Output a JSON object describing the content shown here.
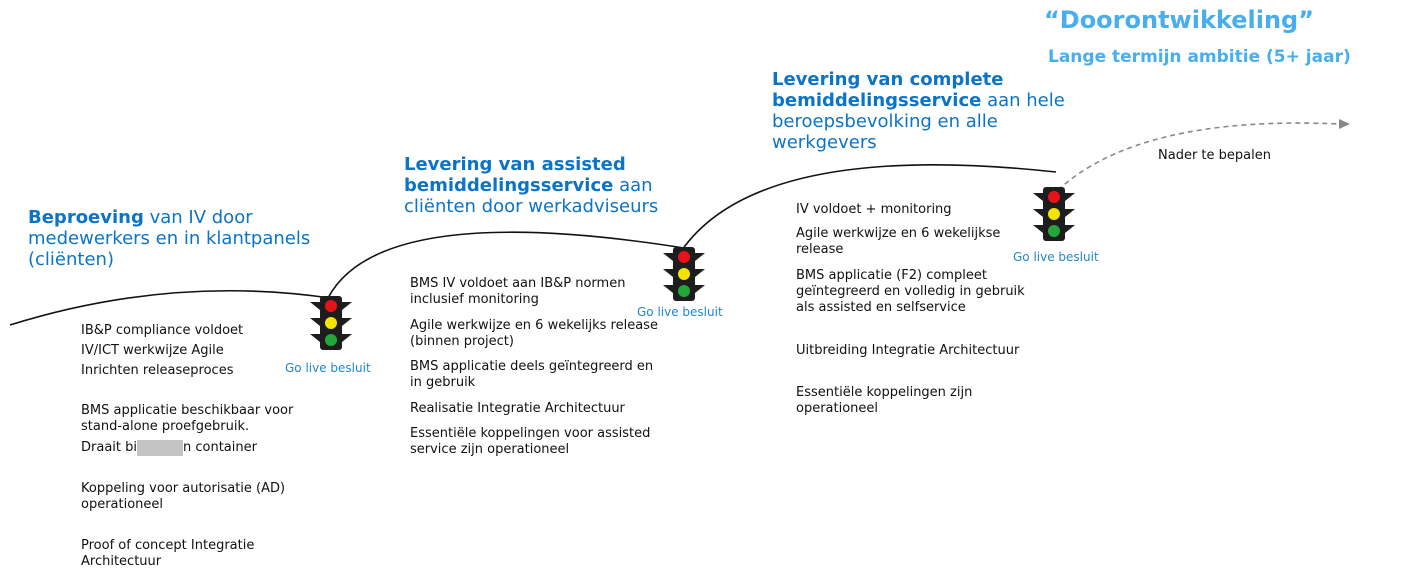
{
  "future": {
    "title": "“Doorontwikkeling”",
    "subtitle": "Lange termijn ambitie (5+ jaar)",
    "note": "Nader te bepalen"
  },
  "phases": [
    {
      "title_bold": "Beproeving",
      "title_rest_1": " van IV door",
      "title_line2": "medewerkers en in klantpanels",
      "title_line3": "(cliënten)",
      "go_live": "Go live besluit",
      "items": [
        "IB&P compliance voldoet",
        "IV/ICT werkwijze Agile",
        "Inrichten releaseproces",
        "BMS applicatie beschikbaar voor stand-alone proefgebruik.",
        "Draait bi",
        "n container",
        "Koppeling voor autorisatie (AD) operationeel",
        "Proof of concept Integratie Architectuur"
      ]
    },
    {
      "title_bold_1": "Levering van assisted",
      "title_bold_2": "bemiddelingsservice",
      "title_rest_2": " aan",
      "title_line3": "cliënten door werkadviseurs",
      "go_live": "Go live besluit",
      "items": [
        "BMS IV voldoet aan IB&P normen inclusief monitoring",
        "Agile werkwijze en 6 wekelijks release (binnen project)",
        "BMS applicatie deels geïntegreerd en in gebruik",
        "Realisatie Integratie Architectuur",
        "Essentiële koppelingen voor assisted service zijn operationeel"
      ]
    },
    {
      "title_bold_1": "Levering van complete",
      "title_bold_2": "bemiddelingsservice",
      "title_rest_2": " aan hele",
      "title_line3": "beroepsbevolking en alle",
      "title_line4": "werkgevers",
      "go_live": "Go live besluit",
      "items": [
        "IV voldoet + monitoring",
        "Agile werkwijze en 6 wekelijkse release",
        "BMS applicatie (F2) compleet geïntegreerd en volledig in gebruik als assisted en selfservice",
        "Uitbreiding Integratie Architectuur",
        "Essentiële koppelingen zijn operationeel"
      ]
    }
  ],
  "colors": {
    "title_blue": "#0b74c9",
    "future_blue": "#49aef0",
    "go_live_blue": "#1f86d2",
    "light_red": "#e8121b",
    "light_yellow": "#f4e400",
    "light_green": "#22a83a",
    "light_body": "#1d1d1d"
  }
}
